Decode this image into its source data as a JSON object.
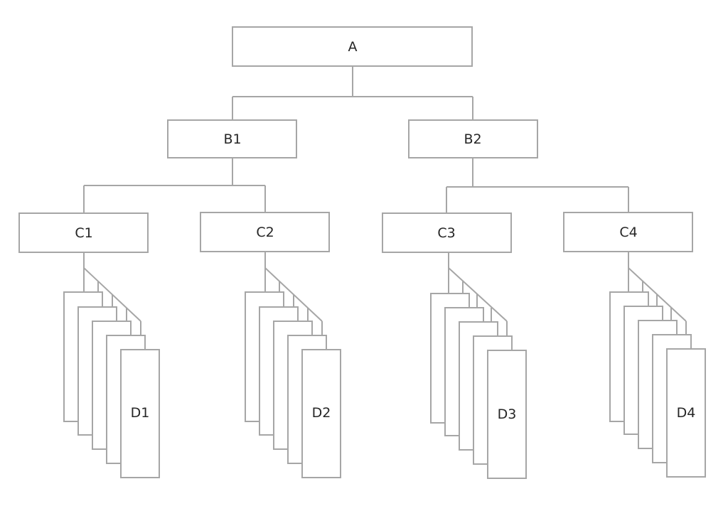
{
  "colors": {
    "stroke": "#a6a6a6",
    "fill": "#ffffff",
    "text": "#262626"
  },
  "nodes": {
    "a": "A",
    "b1": "B1",
    "b2": "B2",
    "c1": "C1",
    "c2": "C2",
    "c3": "C3",
    "c4": "C4",
    "d1": "D1",
    "d2": "D2",
    "d3": "D3",
    "d4": "D4"
  }
}
